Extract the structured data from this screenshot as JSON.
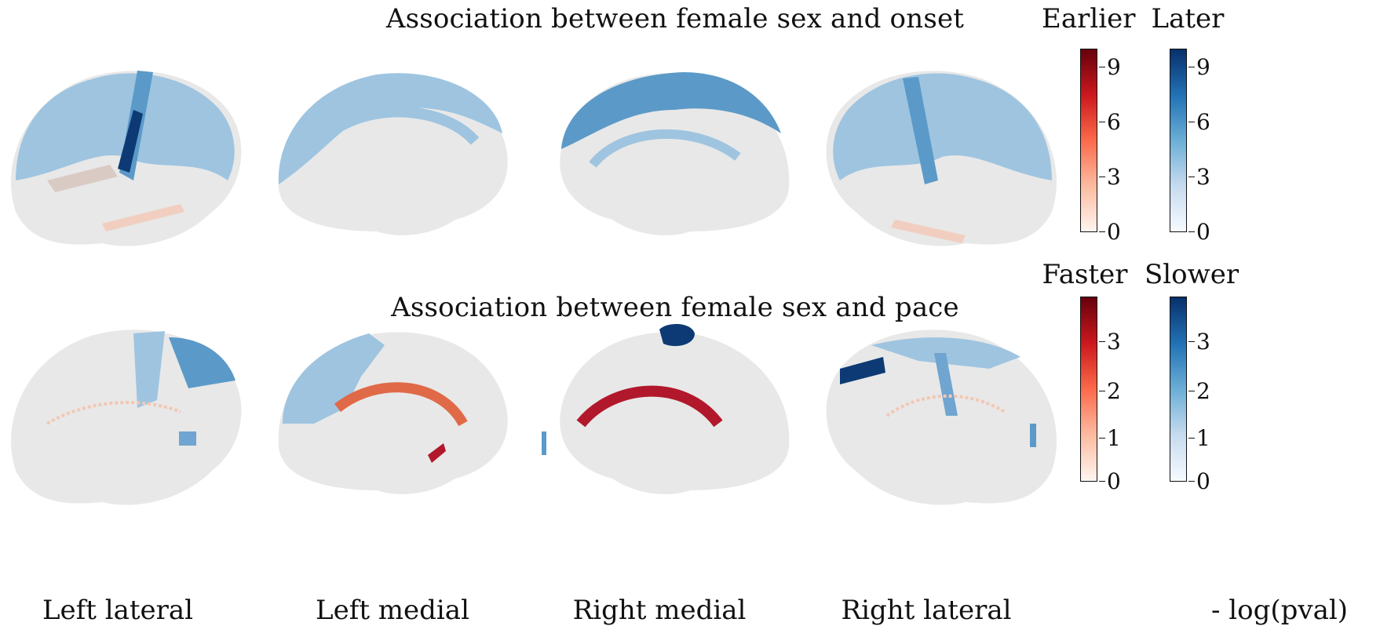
{
  "rows": {
    "onset": {
      "title": "Association between female sex and onset",
      "legend_left": "Earlier",
      "legend_right": "Later",
      "ticks": [
        "9",
        "6",
        "3",
        "0"
      ]
    },
    "pace": {
      "title": "Association between female sex and pace",
      "legend_left": "Faster",
      "legend_right": "Slower",
      "ticks": [
        "3",
        "2",
        "1",
        "0"
      ]
    }
  },
  "views": [
    "Left lateral",
    "Left medial",
    "Right medial",
    "Right lateral"
  ],
  "colorbar_label": "- log(pval)",
  "colors": {
    "cortex": "#e8e8e8",
    "light_blue": "#9ec4e0",
    "mid_blue": "#5b9ac8",
    "dark_blue": "#0d3a74",
    "light_red": "#f3c7b4",
    "mid_red": "#e06a47",
    "dark_red": "#b2182b"
  }
}
